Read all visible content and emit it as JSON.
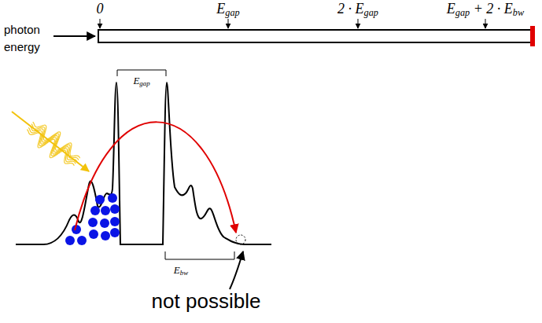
{
  "diagram": {
    "labels": [
      "photon energy",
      "0",
      "Egap",
      "2 · Egap",
      "Egap + 2 · Ebw",
      "Egap",
      "Ebw",
      "not possible"
    ]
  }
}
